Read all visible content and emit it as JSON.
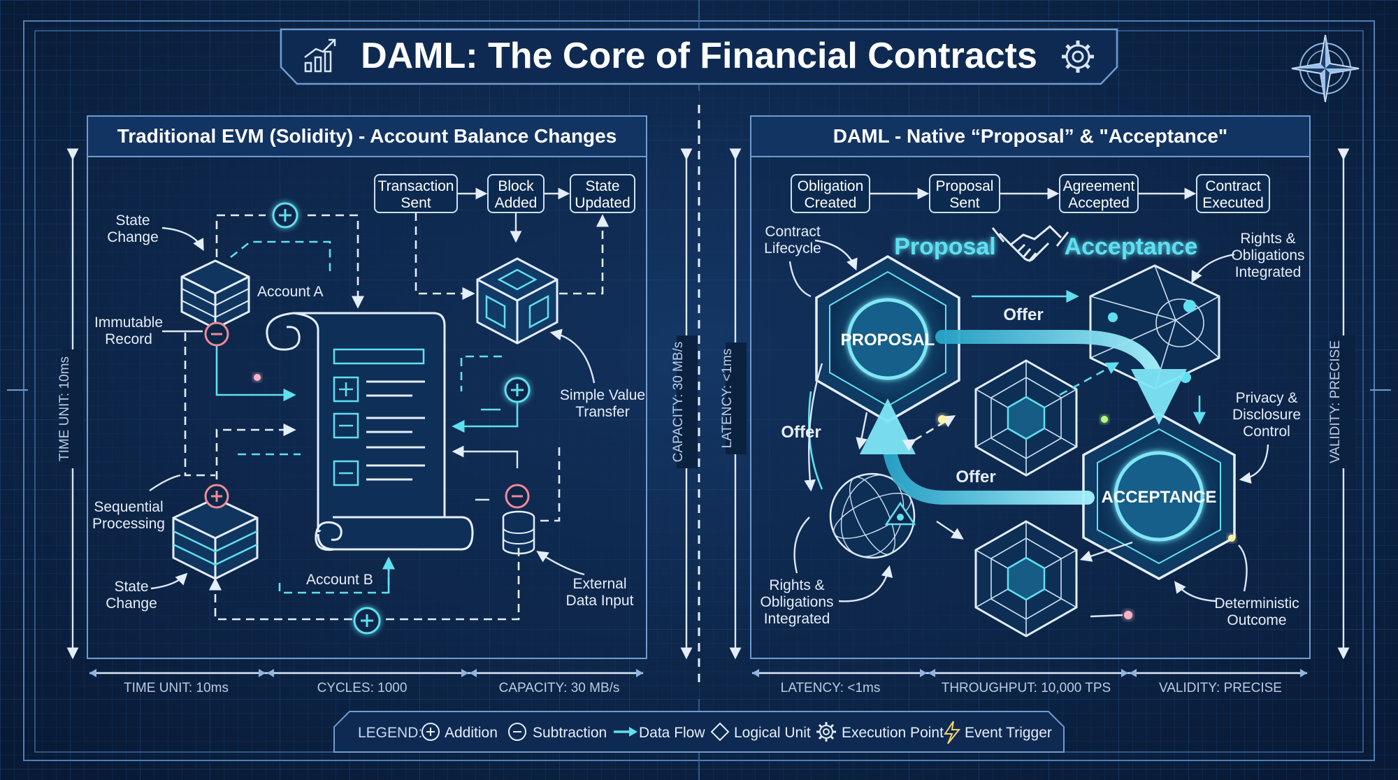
{
  "title": "DAML: The Core of Financial Contracts",
  "colors": {
    "background": "#0b1f3d",
    "accent": "#5fe0f0",
    "line": "#dde8f6",
    "minus": "#f08a9a"
  },
  "left": {
    "title": "Traditional EVM (Solidity) - Account Balance Changes",
    "flow": [
      {
        "l1": "Transaction",
        "l2": "Sent"
      },
      {
        "l1": "Block",
        "l2": "Added"
      },
      {
        "l1": "State",
        "l2": "Updated"
      }
    ],
    "labels": {
      "state_change_top": {
        "l1": "State",
        "l2": "Change"
      },
      "account_a": "Account A",
      "immutable": {
        "l1": "Immutable",
        "l2": "Record"
      },
      "sequential": {
        "l1": "Sequential",
        "l2": "Processing"
      },
      "state_change_bottom": {
        "l1": "State",
        "l2": "Change"
      },
      "account_b": "Account B",
      "simple_value": {
        "l1": "Simple Value",
        "l2": "Transfer"
      },
      "external_data": {
        "l1": "External",
        "l2": "Data Input"
      }
    },
    "side_label": "TIME UNIT: 10ms",
    "right_side_label": "CAPACITY: 30 MB/s",
    "bottom_dims": [
      "TIME UNIT: 10ms",
      "CYCLES: 1000",
      "CAPACITY: 30 MB/s"
    ]
  },
  "right": {
    "title": "DAML - Native “Proposal” & \"Acceptance\"",
    "flow": [
      {
        "l1": "Obligation",
        "l2": "Created"
      },
      {
        "l1": "Proposal",
        "l2": "Sent"
      },
      {
        "l1": "Agreement",
        "l2": "Accepted"
      },
      {
        "l1": "Contract",
        "l2": "Executed"
      }
    ],
    "headline_left": "Proposal",
    "headline_right": "Acceptance",
    "nodes": {
      "proposal": "PROPOSAL",
      "acceptance": "ACCEPTANCE"
    },
    "offers": [
      "Offer",
      "Offer",
      "Offer"
    ],
    "labels": {
      "contract_lifecycle": {
        "l1": "Contract",
        "l2": "Lifecycle"
      },
      "rights_top": {
        "l1": "Rights &",
        "l2": "Obligations",
        "l3": "Integrated"
      },
      "privacy": {
        "l1": "Privacy &",
        "l2": "Disclosure",
        "l3": "Control"
      },
      "rights_bottom": {
        "l1": "Rights &",
        "l2": "Obligations",
        "l3": "Integrated"
      },
      "deterministic": {
        "l1": "Deterministic",
        "l2": "Outcome"
      }
    },
    "side_label": "LATENCY: <1ms",
    "right_side_label": "VALIDITY: PRECISE",
    "bottom_dims": [
      "LATENCY: <1ms",
      "THROUGHPUT: 10,000 TPS",
      "VALIDITY: PRECISE"
    ]
  },
  "legend": {
    "title": "LEGEND:",
    "items": [
      {
        "icon": "plus-circle-icon",
        "label": "Addition"
      },
      {
        "icon": "minus-circle-icon",
        "label": "Subtraction"
      },
      {
        "icon": "arrow-icon",
        "label": "Data Flow"
      },
      {
        "icon": "diamond-icon",
        "label": "Logical Unit"
      },
      {
        "icon": "gear-icon",
        "label": "Execution Point"
      },
      {
        "icon": "lightning-icon",
        "label": "Event Trigger"
      }
    ]
  }
}
